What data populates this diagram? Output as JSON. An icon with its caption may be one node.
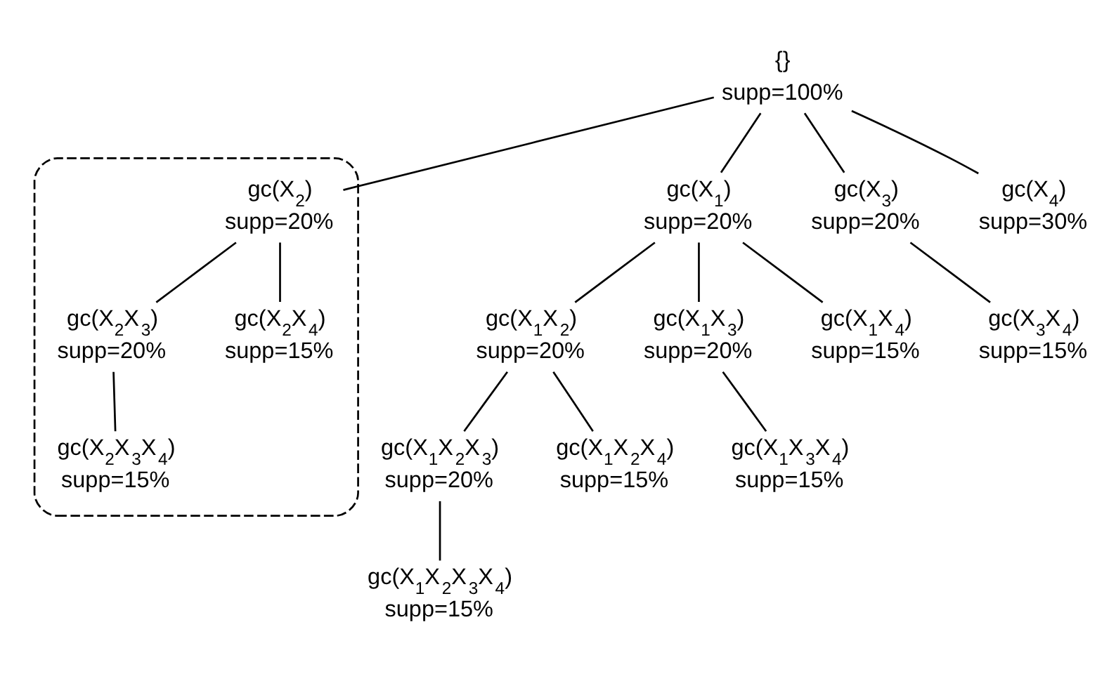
{
  "diagram": {
    "nodes": [
      {
        "text": [
          "{}",
          "supp=100%"
        ]
      },
      {
        "text": [
          "gc(X$_{1}$)",
          "supp=20%"
        ]
      },
      {
        "text": [],
        "shape": "ellipse"
      },
      {
        "text": [
          "gc(X$_{2}$)",
          "supp=20%"
        ],
        "in": 2
      },
      {
        "text": [
          "gc(X$_{3}$)",
          "supp=20%"
        ]
      },
      {
        "text": [
          "gc(X$_{4}$)",
          "supp=30%"
        ]
      },
      {
        "text": [
          "gc(X$_{1}$X$_{2}$)",
          "supp=20%"
        ]
      },
      {
        "text": [
          "gc(X$_{1}$X$_{3}$)",
          "supp=20%"
        ]
      },
      {
        "text": [
          "gc(X$_{1}$X$_{4}$)",
          "supp=15%"
        ]
      },
      {
        "text": [
          "gc(X$_{2}$X$_{3}$)",
          "supp=20%"
        ],
        "in": 2
      },
      {
        "text": [
          "gc(X$_{2}$X$_{4}$)",
          "supp=15%"
        ],
        "in": 2
      },
      {
        "text": [
          "gc(X$_{3}$X$_{4}$)",
          "supp=15%"
        ]
      },
      {
        "text": [
          "gc(X$_{1}$X$_{2}$X$_{3}$)",
          "supp=20%"
        ]
      },
      {
        "text": [
          "gc(X$_{1}$X$_{2}$X$_{4}$)",
          "supp=15%"
        ]
      },
      {
        "text": [
          "gc(X$_{1}$X$_{3}$X$_{4}$)",
          "supp=15%"
        ]
      },
      {
        "text": [
          "gc(X$_{2}$X$_{3}$X$_{4}$)",
          "supp=15%"
        ],
        "in": 2
      },
      {
        "text": [
          "gc(X$_{1}$X$_{2}$X$_{3}$X$_{4}$)",
          "supp=15%"
        ]
      }
    ],
    "edges": [
      {
        "from": 0,
        "to": 1,
        "arrow": "none"
      },
      {
        "from": 0,
        "to": 3,
        "arrow": "none"
      },
      {
        "from": 0,
        "to": 4,
        "arrow": "none"
      },
      {
        "from": 0,
        "to": 5,
        "arrow": "none"
      },
      {
        "from": 1,
        "to": 6,
        "arrow": "none"
      },
      {
        "from": 1,
        "to": 7,
        "arrow": "none"
      },
      {
        "from": 1,
        "to": 8,
        "arrow": "none"
      },
      {
        "from": 3,
        "to": 9,
        "arrow": "none"
      },
      {
        "from": 3,
        "to": 10,
        "arrow": "none"
      },
      {
        "from": 4,
        "to": 11,
        "arrow": "none"
      },
      {
        "from": 6,
        "to": 12,
        "arrow": "none"
      },
      {
        "from": 6,
        "to": 13,
        "arrow": "none"
      },
      {
        "from": 7,
        "to": 14,
        "arrow": "none"
      },
      {
        "from": 9,
        "to": 15,
        "arrow": "none"
      },
      {
        "from": 12,
        "to": 16,
        "arrow": "none"
      }
    ]
  }
}
